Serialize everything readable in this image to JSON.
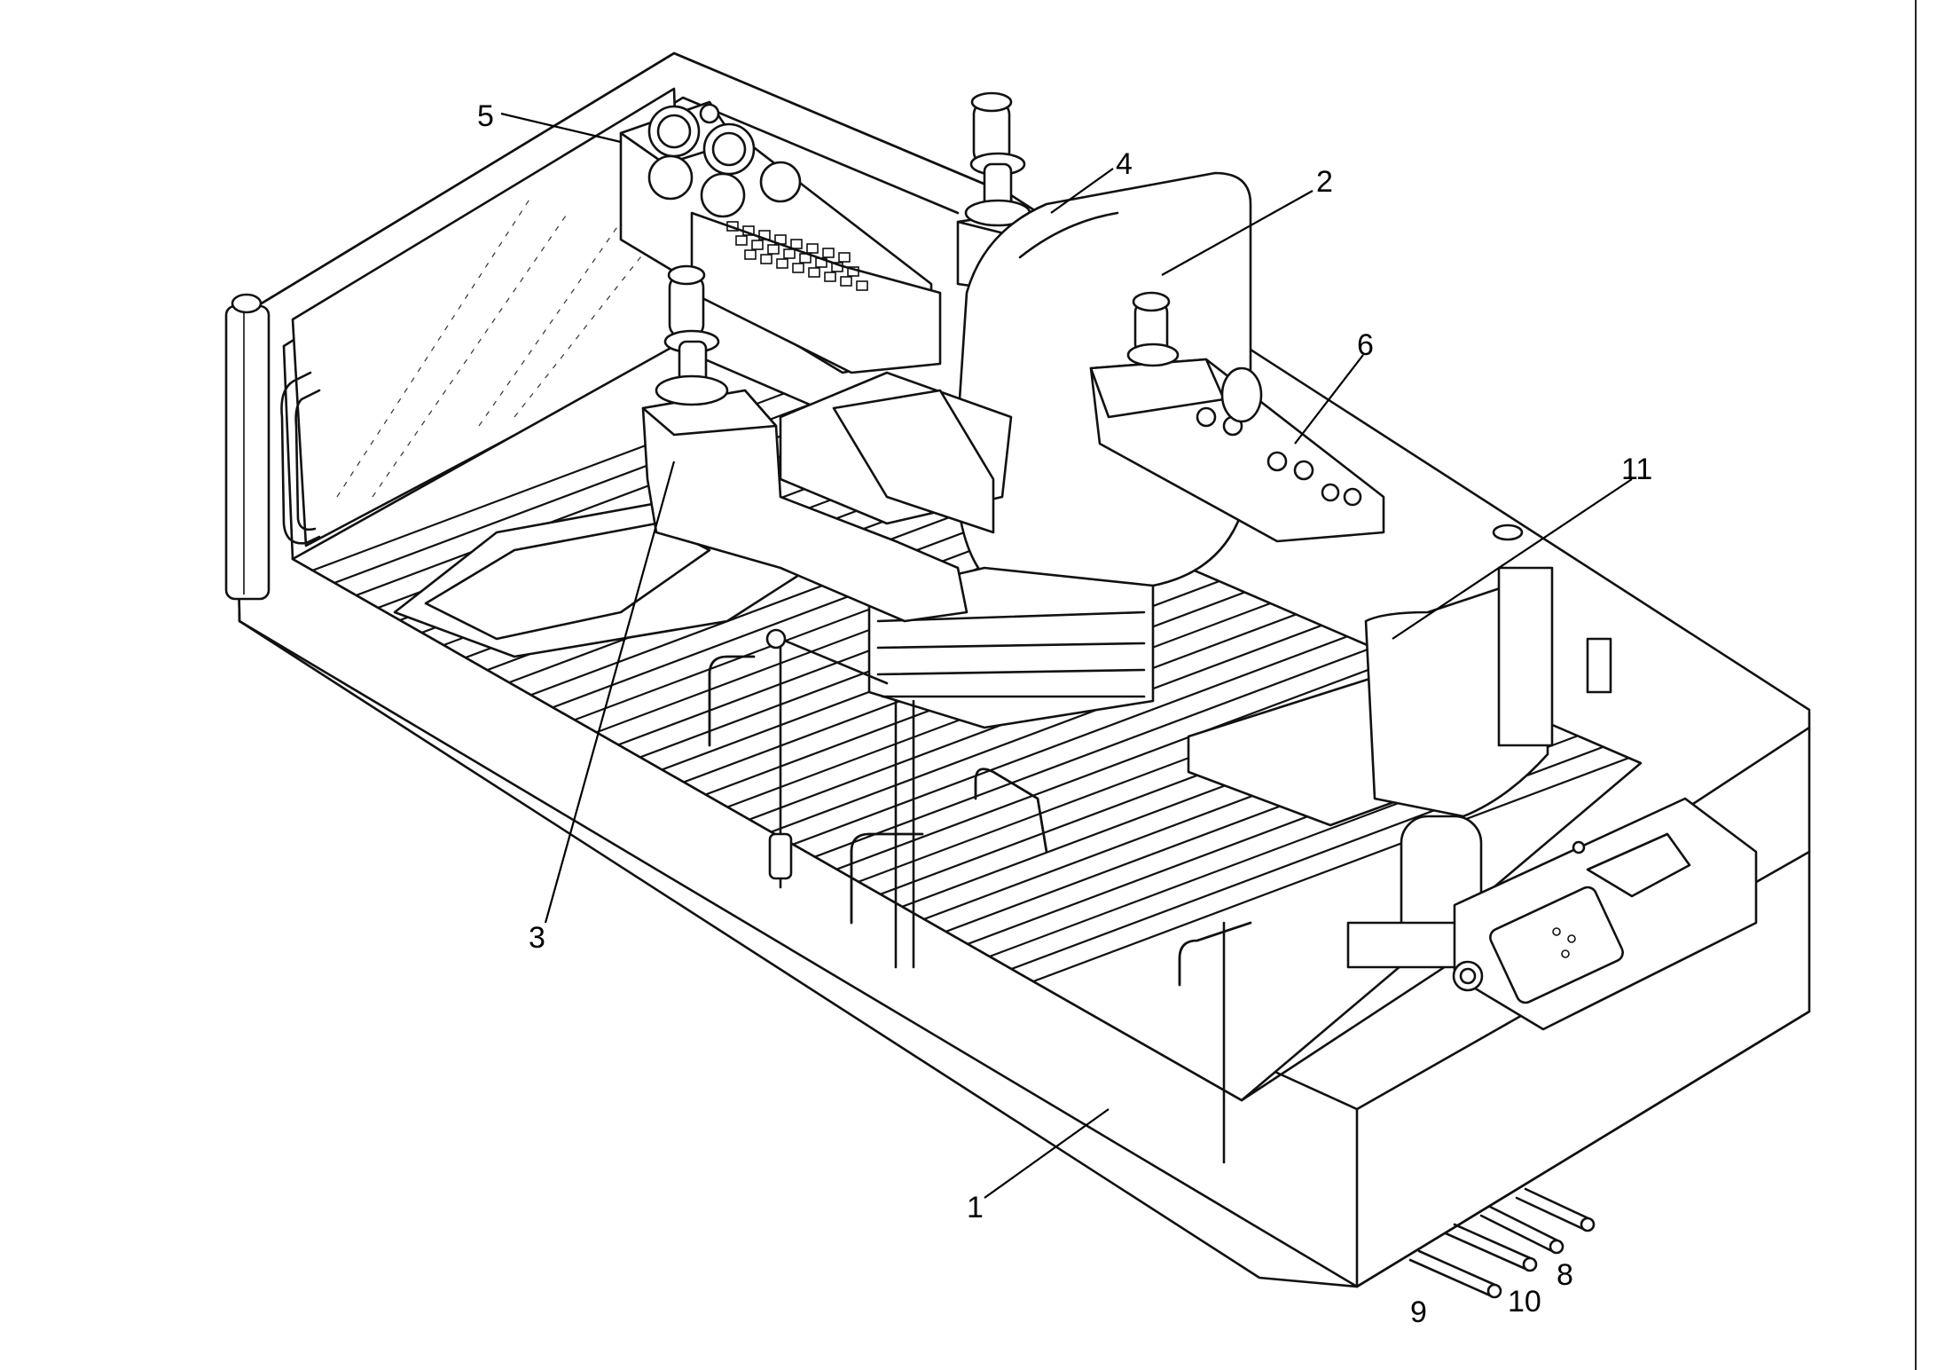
{
  "callouts": [
    {
      "id": "1",
      "label": "1"
    },
    {
      "id": "2",
      "label": "2"
    },
    {
      "id": "3",
      "label": "3"
    },
    {
      "id": "4",
      "label": "4"
    },
    {
      "id": "5",
      "label": "5"
    },
    {
      "id": "6",
      "label": "6"
    },
    {
      "id": "8",
      "label": "8"
    },
    {
      "id": "9",
      "label": "9"
    },
    {
      "id": "10",
      "label": "10"
    },
    {
      "id": "11",
      "label": "11"
    }
  ]
}
